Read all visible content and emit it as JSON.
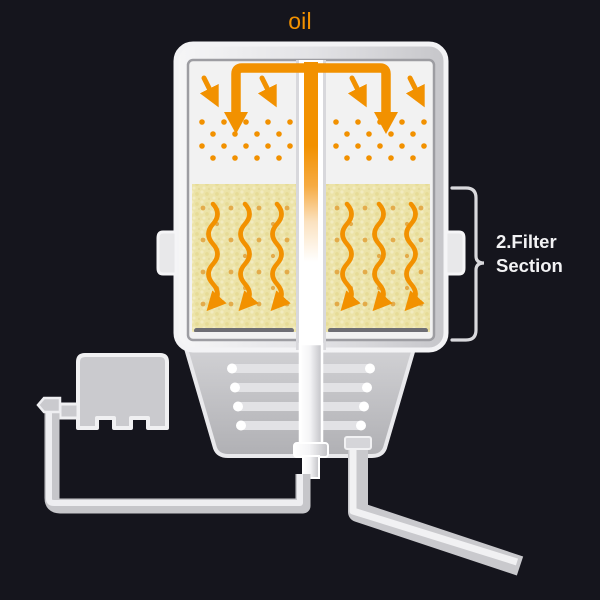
{
  "diagram": {
    "title": "Oil filter section diagram",
    "background_color": "#15151d",
    "labels": {
      "oil": "oil",
      "section_line1": "2.Filter",
      "section_line2": "Section"
    },
    "colors": {
      "background": "#15151d",
      "oil_orange": "#f29100",
      "oil_orange_light": "#f5a623",
      "filter_media": "#ece3a8",
      "housing_light": "#f0f0f2",
      "housing_gray": "#c9c9cc",
      "housing_mid": "#b8b8bb",
      "label_white": "#f2f2f4",
      "mesh_dark": "#6e6e74",
      "chamber_fill": "#f2f2f2"
    },
    "parts": [
      {
        "name": "inlet-manifold",
        "description": "orange T shaped oil inlet pipe at top",
        "color": "#f29100"
      },
      {
        "name": "left-chamber",
        "description": "left filter chamber with oil droplets and filter media"
      },
      {
        "name": "right-chamber",
        "description": "right filter chamber with oil droplets and filter media"
      },
      {
        "name": "center-riser-pipe",
        "description": "central vertical pipe, orange at top fading to white"
      },
      {
        "name": "filter-media-bed",
        "description": "pale yellow granular filter media",
        "color": "#ece3a8"
      },
      {
        "name": "mesh-screen",
        "description": "dark horizontal screen at bottom of each chamber"
      },
      {
        "name": "funnel-base",
        "description": "trapezoidal sump with ridge bars"
      },
      {
        "name": "pump-unit",
        "description": "rounded rectangle pump with feet at lower left"
      },
      {
        "name": "return-pipe",
        "description": "pipe from pump running down, right and up into riser"
      },
      {
        "name": "outlet-pipe",
        "description": "angled outlet pipe at lower right"
      },
      {
        "name": "section-bracket",
        "description": "bracket marking the filter section on the right"
      }
    ],
    "flow": {
      "inlet_arrow_count": 4,
      "down_arrow_count": 2,
      "droplet_rows": 4,
      "wavy_arrow_count_per_side": 3,
      "funnel_ridge_count": 4
    }
  }
}
